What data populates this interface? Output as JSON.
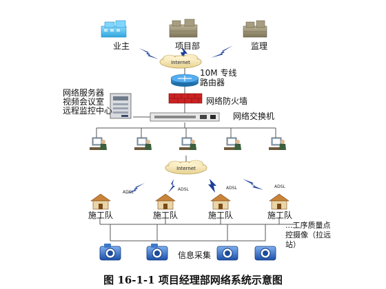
{
  "nodes": {
    "owner": "业主",
    "project_dept": "项目部",
    "supervisor": "监理",
    "internet_top": "Internet",
    "router": "10M 专线\n路由器",
    "firewall": "网络防火墙",
    "server": "网络服务器\n视频会议室\n远程监控中心",
    "switch": "网络交换机",
    "internet_bottom": "Internet",
    "team": "施工队",
    "info_collect": "信息采集",
    "cam_note": "...工序质量点\n控摄像（拉远\n站）"
  },
  "adsl_labels": [
    "ADSL",
    "ADSL",
    "ADSL",
    "ADSL"
  ],
  "caption": "图 16-1-1  项目经理部网络系统示意图",
  "colors": {
    "owner_building": "#5fc8ef",
    "office_building": "#9a8f73",
    "cloud": "#f4e7b8",
    "router": "#2f86c9",
    "firewall": "#cc2222",
    "lightning": "#1d3f9a",
    "house_roof": "#c9843a",
    "camera": "#2d6fd0",
    "line": "#555555"
  }
}
